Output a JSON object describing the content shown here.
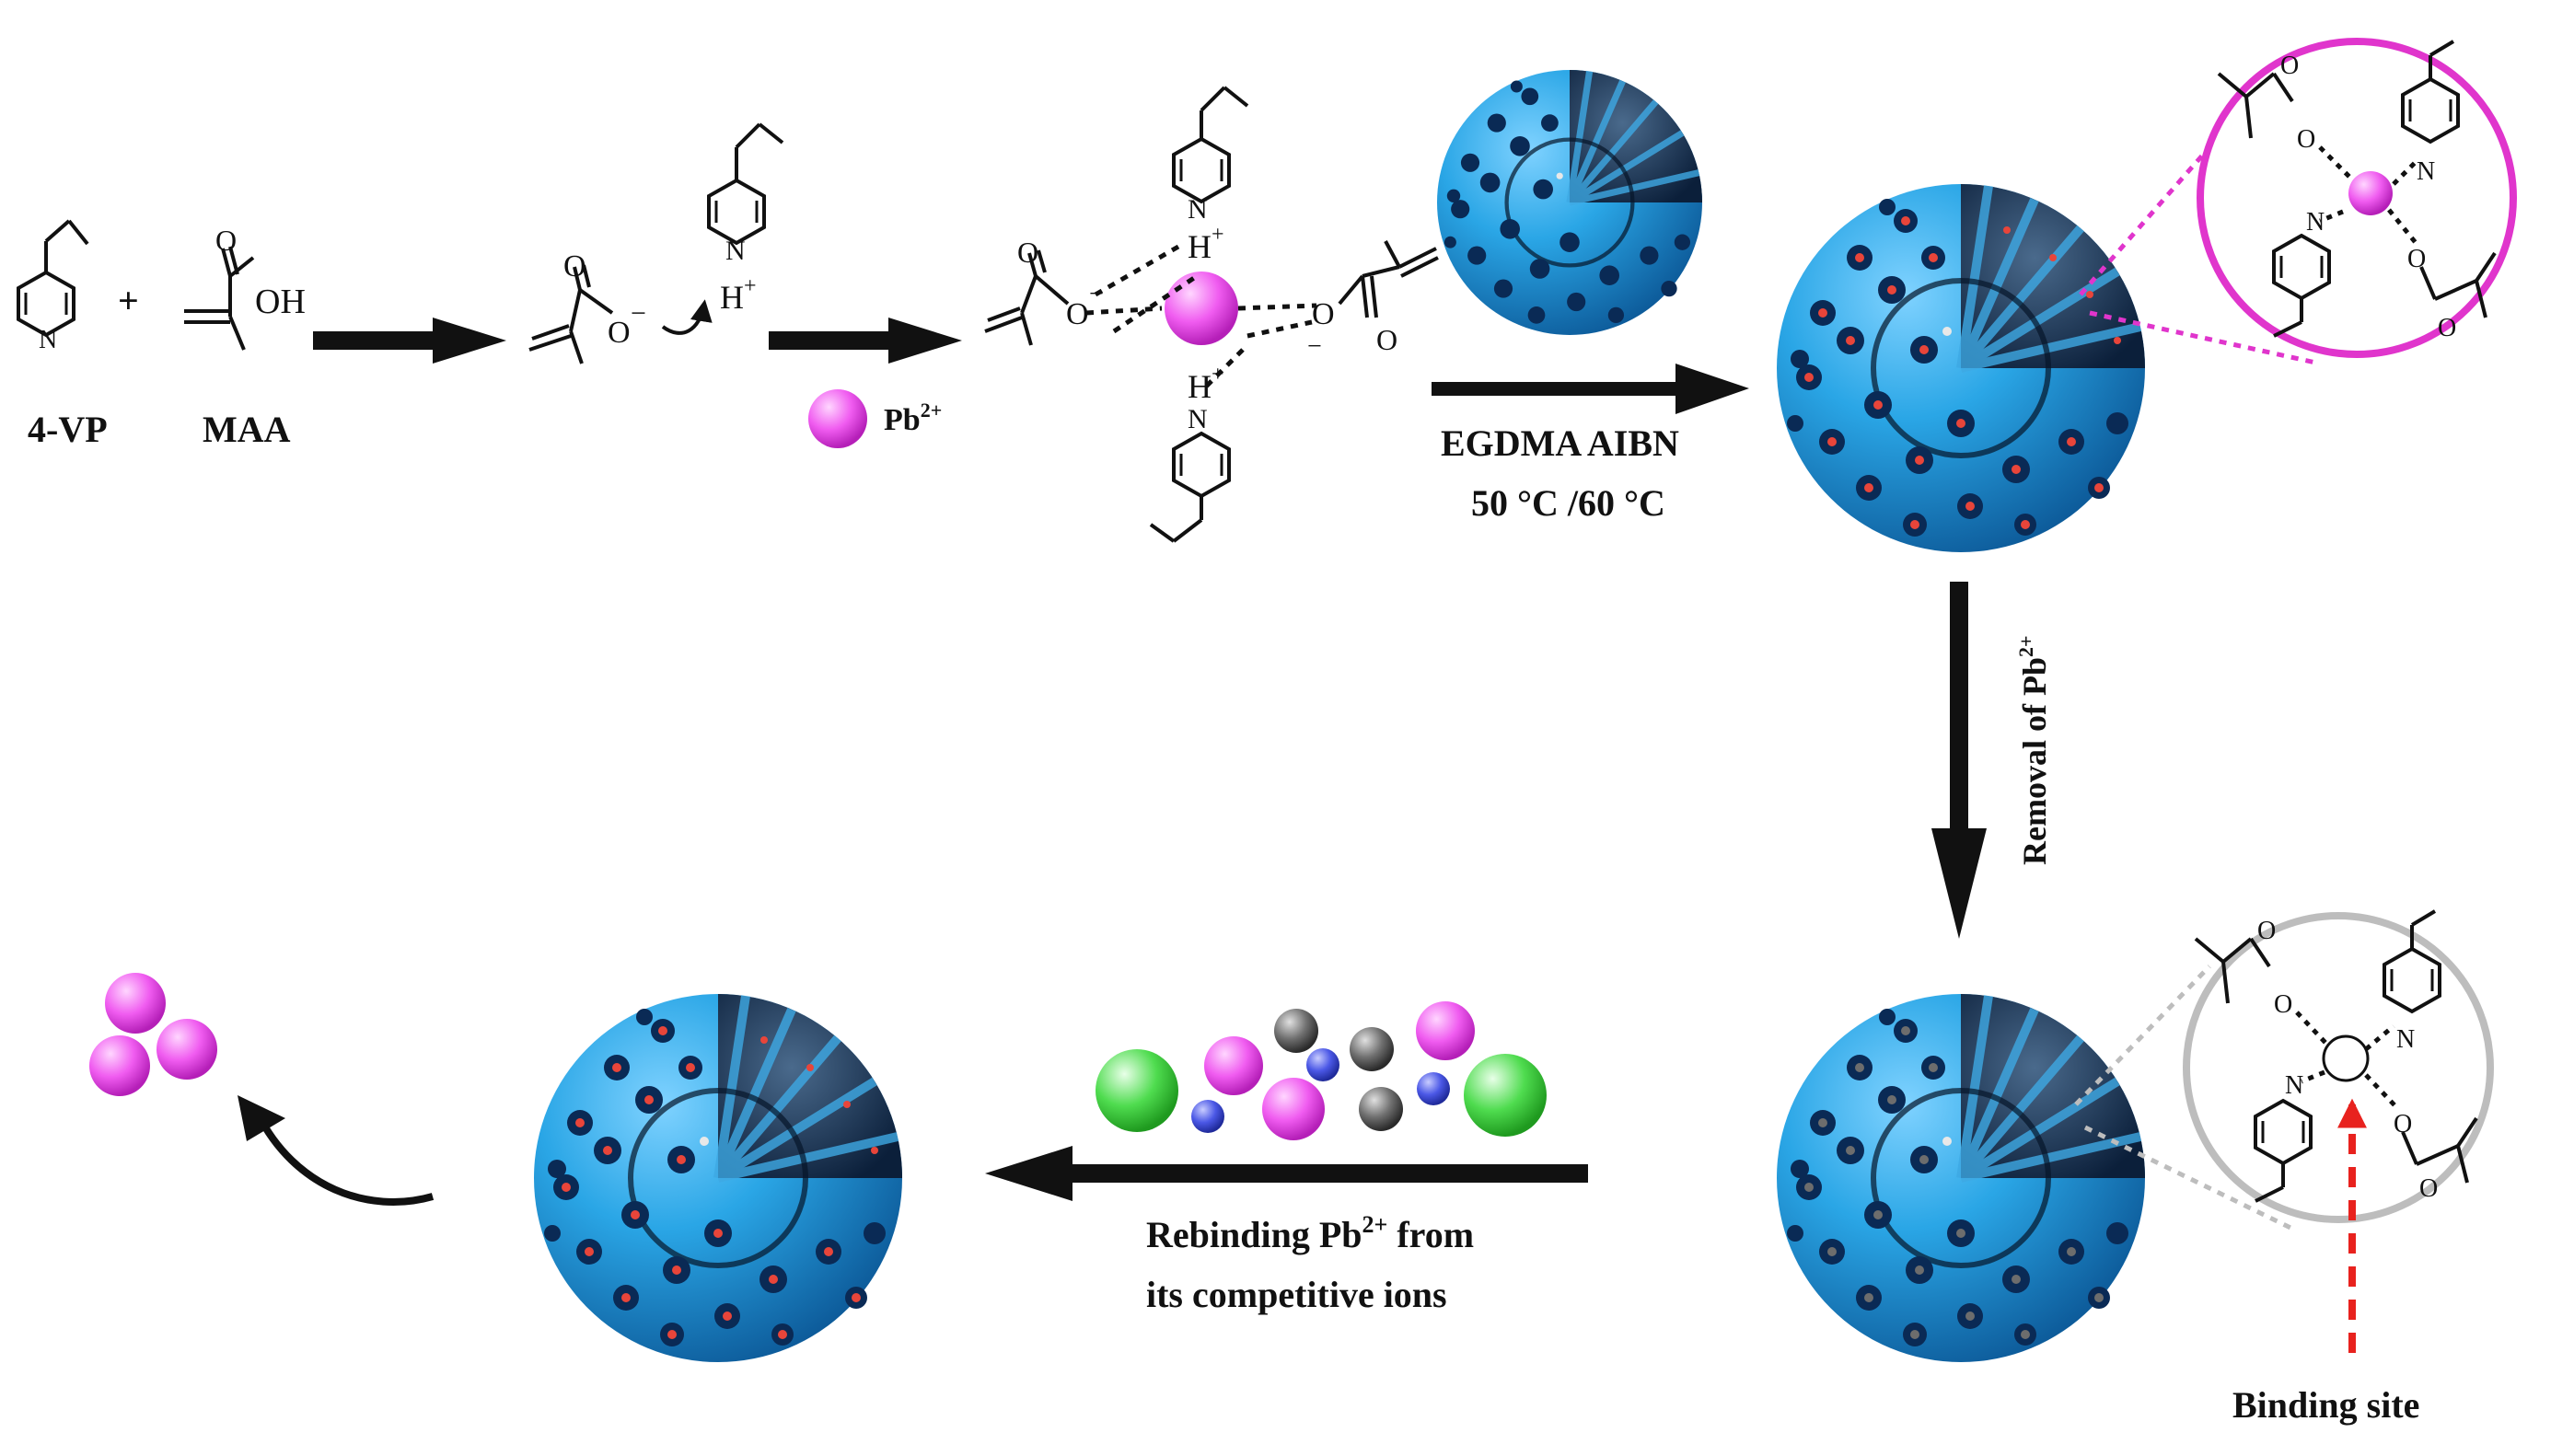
{
  "reactants": {
    "vp_label": "4-VP",
    "maa_label": "MAA",
    "plus": "+",
    "oh": "OH",
    "o": "O",
    "n": "N"
  },
  "atoms": {
    "o": "O",
    "o_minus": "O",
    "minus": "−",
    "n": "N",
    "h_plus": "H",
    "plus": "+"
  },
  "ion": {
    "pb_label": "Pb",
    "pb_charge": "2+"
  },
  "steps": {
    "polymerization_line1": "EGDMA AIBN",
    "polymerization_line2": "50 °C /60 °C",
    "removal_text": "Removal of Pb",
    "removal_charge": "2+",
    "rebinding_line1_a": "Rebinding Pb",
    "rebinding_charge": "2+",
    "rebinding_line1_b": " from",
    "rebinding_line2": "its competitive ions",
    "binding_site": "Binding site"
  },
  "colors": {
    "sphere": "#2aa6e6",
    "sphere_dark": "#0c4f86",
    "pb_ion": "#e040e8",
    "ion_green": "#3bd13b",
    "ion_blue": "#3a46d6",
    "ion_gray": "#5a5a5a",
    "pink_circle": "#e035cc",
    "gray_circle": "#bdbdbd",
    "red_arrow": "#e8221e"
  }
}
